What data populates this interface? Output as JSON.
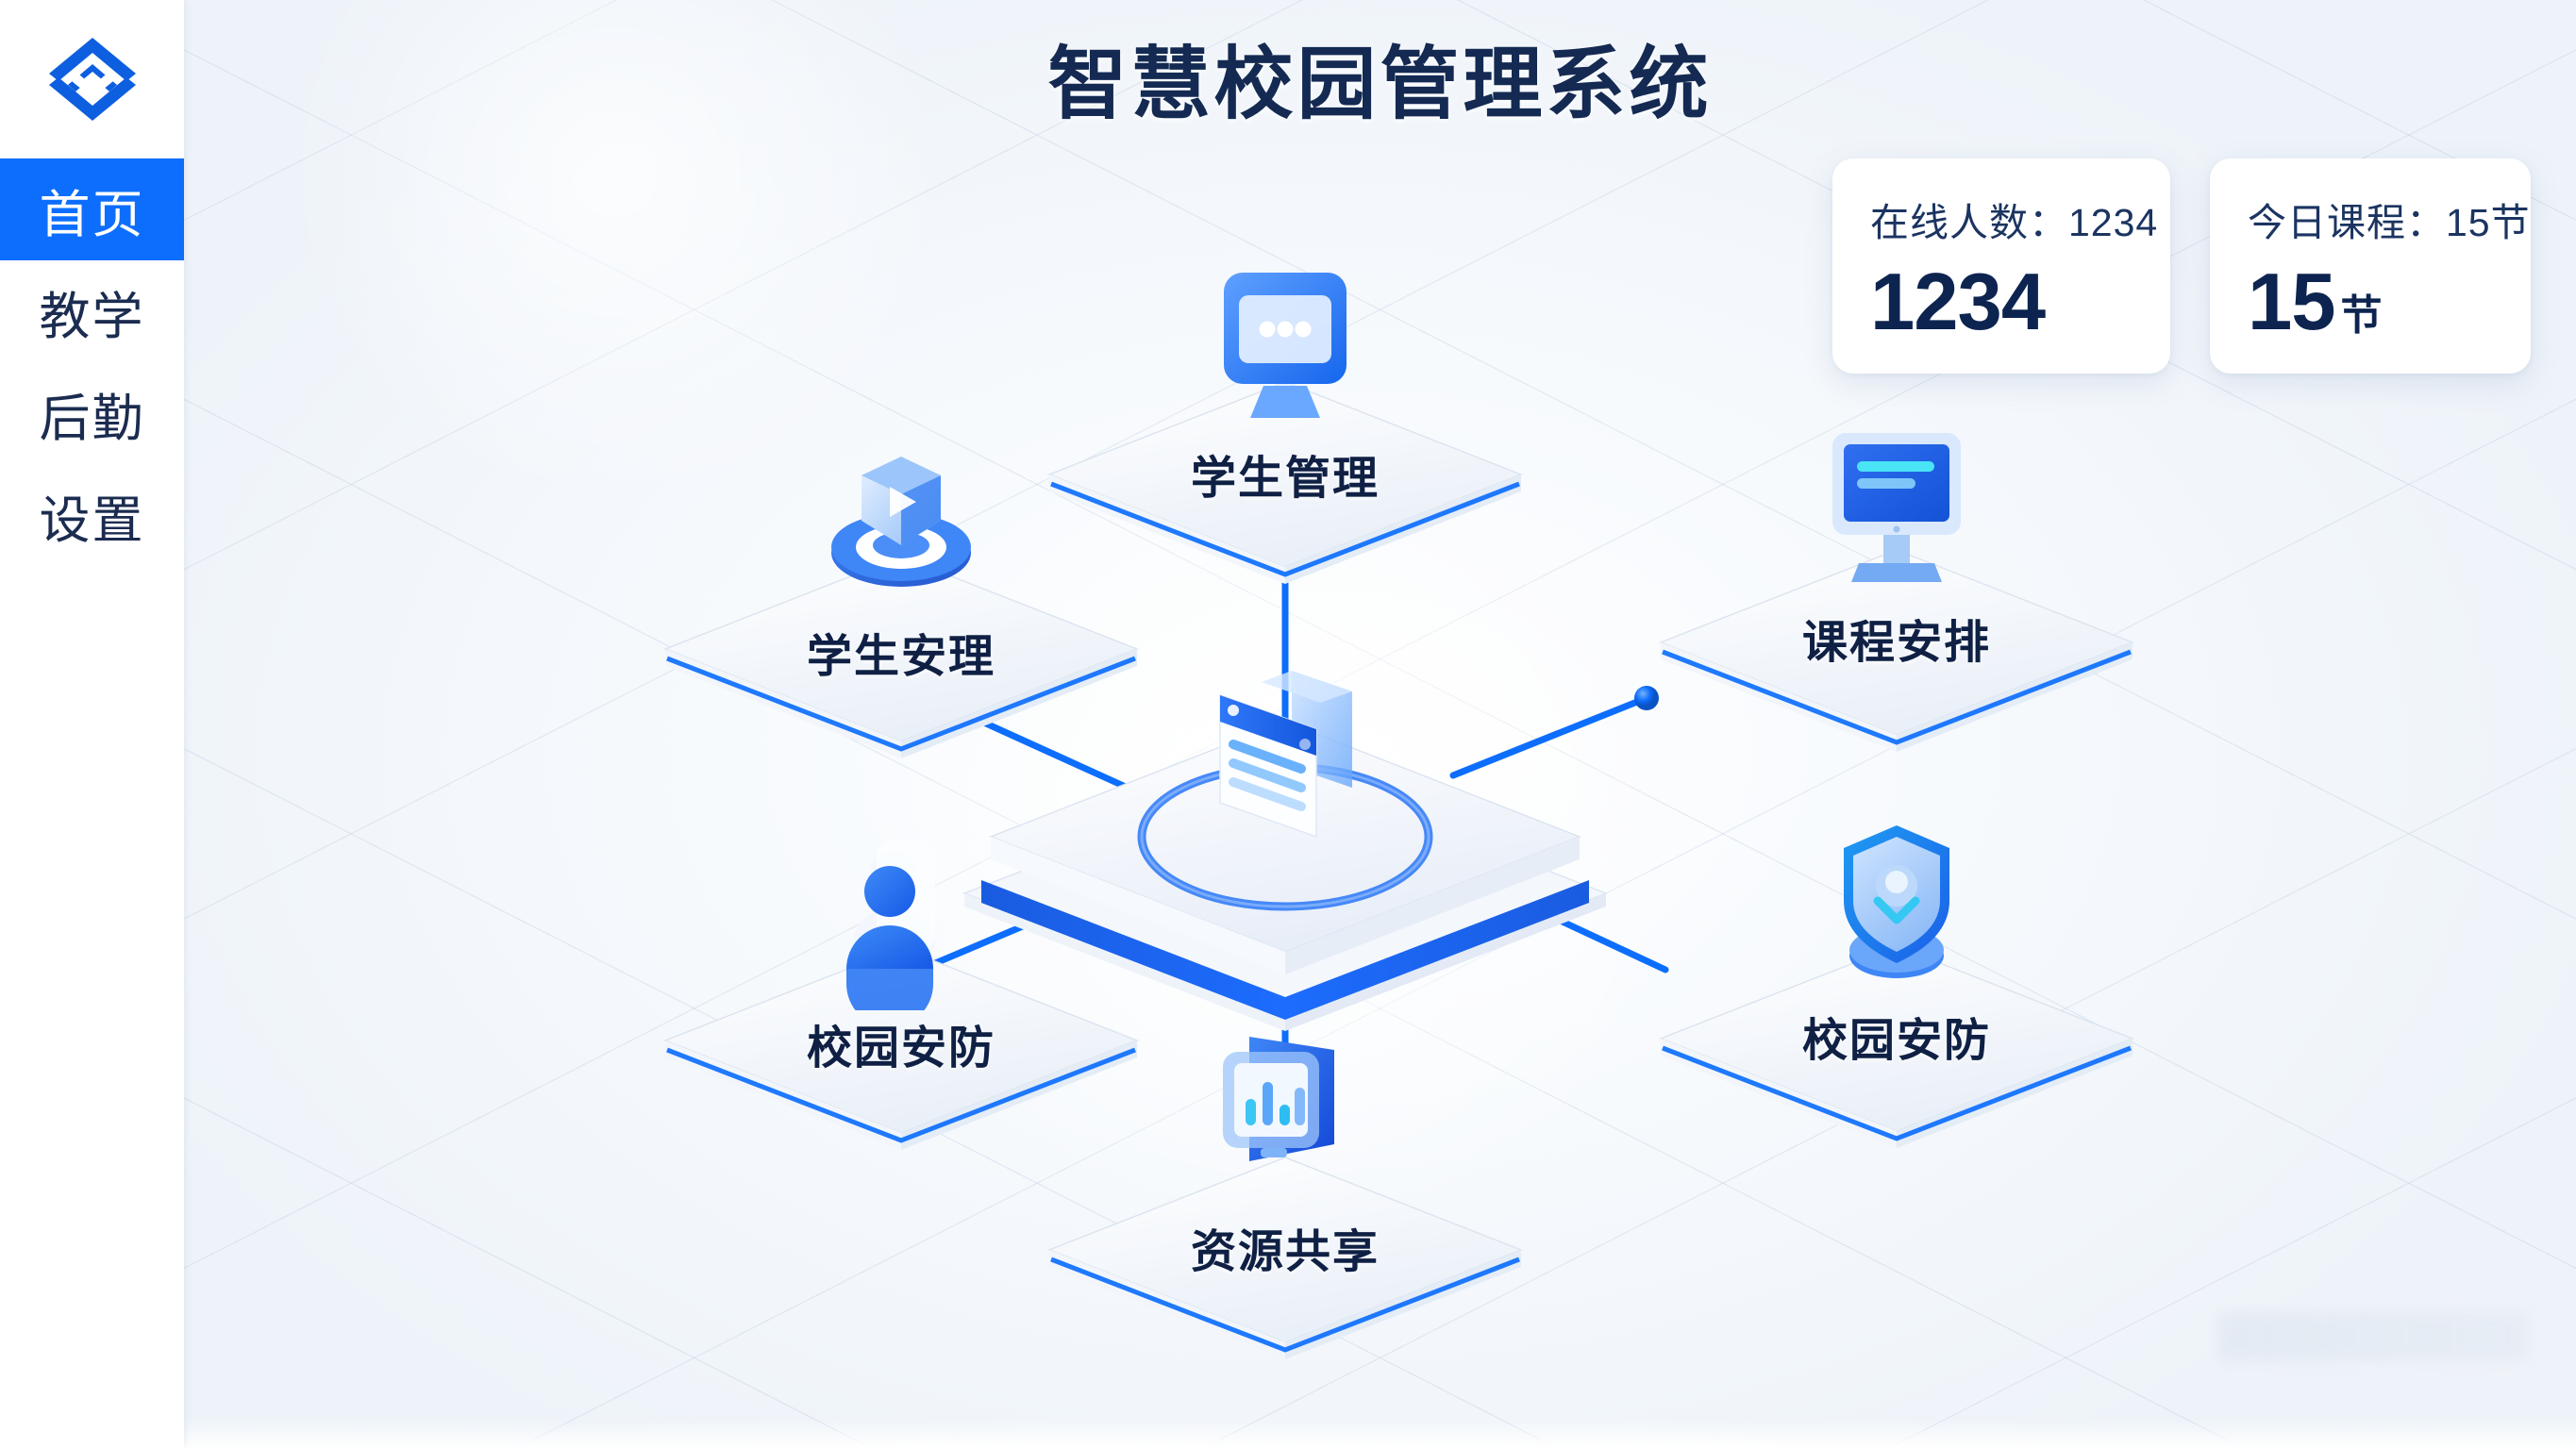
{
  "app": {
    "title": "智慧校园管理系统",
    "accent_color": "#0d6efd",
    "text_color": "#0f2044",
    "background_color": "#eef3f9"
  },
  "sidebar": {
    "logo_name": "layered-diamond-logo",
    "items": [
      {
        "label": "首页",
        "active": true,
        "name": "sidebar-item-home"
      },
      {
        "label": "教学",
        "active": false,
        "name": "sidebar-item-teaching"
      },
      {
        "label": "后勤",
        "active": false,
        "name": "sidebar-item-logistics"
      },
      {
        "label": "设置",
        "active": false,
        "name": "sidebar-item-settings"
      }
    ]
  },
  "stats": [
    {
      "caption": "在线人数：1234",
      "value": "1234",
      "unit": ""
    },
    {
      "caption": "今日课程：15节",
      "value": "15",
      "unit": "节"
    }
  ],
  "diagram": {
    "hub": {
      "label": "",
      "icon": "document-window-icon"
    },
    "nodes": [
      {
        "id": "student-mgmt",
        "label": "学生管理",
        "icon": "monitor-chat-icon",
        "position": "top"
      },
      {
        "id": "student-safety",
        "label": "学生安理",
        "icon": "shield-cube-icon",
        "position": "upper-left"
      },
      {
        "id": "course-schedule",
        "label": "课程安排",
        "icon": "monitor-list-icon",
        "position": "upper-right"
      },
      {
        "id": "campus-security-people",
        "label": "校园安防",
        "icon": "people-icon",
        "position": "lower-left"
      },
      {
        "id": "campus-security-shield",
        "label": "校园安防",
        "icon": "shield-pin-icon",
        "position": "lower-right"
      },
      {
        "id": "resource-share",
        "label": "资源共享",
        "icon": "bar-chart-screen-icon",
        "position": "bottom"
      }
    ]
  }
}
